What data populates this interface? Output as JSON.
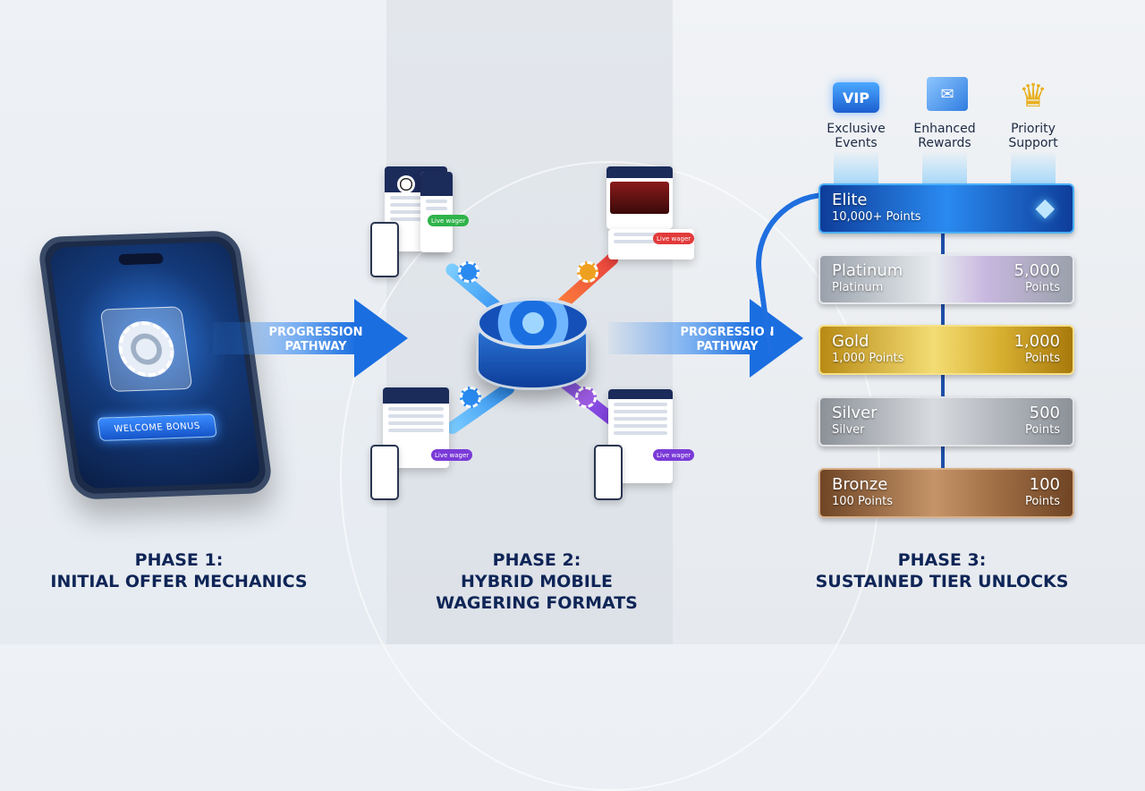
{
  "phone": {
    "welcome_label": "WELCOME BONUS"
  },
  "arrows": [
    {
      "label_line1": "PROGRESSION",
      "label_line2": "PATHWAY"
    },
    {
      "label_line1": "PROGRESSION",
      "label_line2": "PATHWAY"
    }
  ],
  "hub": {
    "pills": [
      "Live wager",
      "Live wager",
      "Live wager",
      "Live wager"
    ]
  },
  "perks": [
    {
      "icon": "vip-badge-icon",
      "badge": "VIP",
      "line1": "Exclusive",
      "line2": "Events"
    },
    {
      "icon": "envelope-icon",
      "line1": "Enhanced",
      "line2": "Rewards"
    },
    {
      "icon": "crown-icon",
      "line1": "Priority",
      "line2": "Support"
    }
  ],
  "tiers": [
    {
      "name": "Elite",
      "points_label": "10,000+ Points",
      "value": "",
      "value_unit": "",
      "color": "#1a5fd0"
    },
    {
      "name": "Platinum",
      "points_label": "Platinum",
      "value": "5,000",
      "value_unit": "Points",
      "color": "#b9bfc8"
    },
    {
      "name": "Gold",
      "points_label": "1,000 Points",
      "value": "1,000",
      "value_unit": "Points",
      "color": "#d4a92a"
    },
    {
      "name": "Silver",
      "points_label": "Silver",
      "value": "500",
      "value_unit": "Points",
      "color": "#a9aeb5"
    },
    {
      "name": "Bronze",
      "points_label": "100 Points",
      "value": "100",
      "value_unit": "Points",
      "color": "#9a6a3e"
    }
  ],
  "phases": [
    {
      "line1": "PHASE 1:",
      "line2": "INITIAL OFFER MECHANICS",
      "line3": ""
    },
    {
      "line1": "PHASE 2:",
      "line2": "HYBRID MOBILE",
      "line3": "WAGERING FORMATS"
    },
    {
      "line1": "PHASE 3:",
      "line2": "SUSTAINED TIER UNLOCKS",
      "line3": ""
    }
  ]
}
